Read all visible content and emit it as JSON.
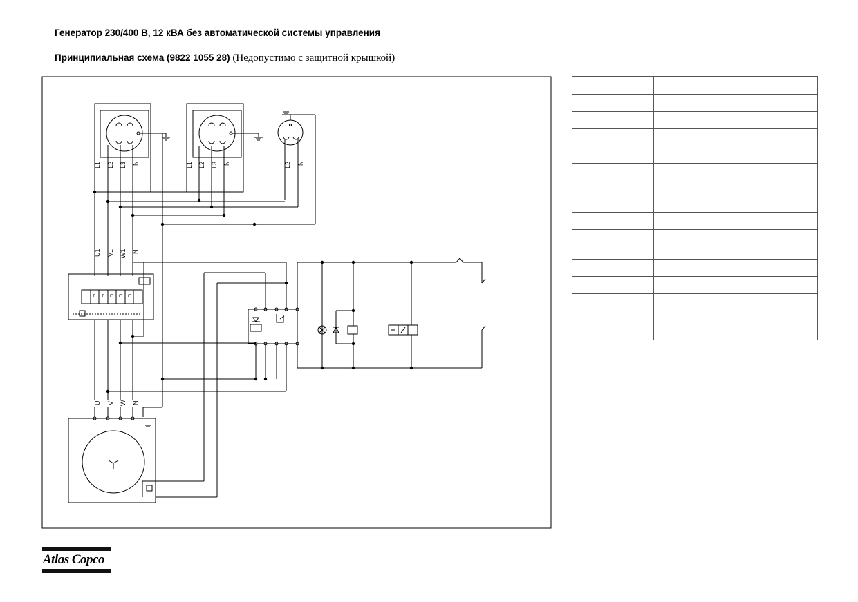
{
  "header": {
    "title": "Генератор 230/400 В, 12 кВА без автоматической системы управления",
    "subtitle_bold": "Принципиальная схема (9822 1055 28)",
    "subtitle_normal": "(Недопустимо с защитной крышкой)"
  },
  "sockets": {
    "socket1_terminals": [
      "L1",
      "L2",
      "L3",
      "N"
    ],
    "socket2_terminals": [
      "L1",
      "L2",
      "L3",
      "N"
    ],
    "socket3_terminals": [
      "L2",
      "N"
    ]
  },
  "breaker_terminals": [
    "U1",
    "V1",
    "W1",
    "N"
  ],
  "alternator_terminals": [
    "U",
    "V",
    "W",
    "N"
  ],
  "legend": {
    "rows": [
      {
        "ref": "",
        "desc": ""
      },
      {
        "ref": "",
        "desc": ""
      },
      {
        "ref": "",
        "desc": ""
      },
      {
        "ref": "",
        "desc": ""
      },
      {
        "ref": "",
        "desc": ""
      },
      {
        "ref": "",
        "desc": ""
      },
      {
        "ref": "",
        "desc": ""
      },
      {
        "ref": "",
        "desc": ""
      },
      {
        "ref": "",
        "desc": ""
      },
      {
        "ref": "",
        "desc": ""
      },
      {
        "ref": "",
        "desc": ""
      },
      {
        "ref": "",
        "desc": ""
      }
    ]
  },
  "logo": {
    "text": "Atlas Copco"
  }
}
